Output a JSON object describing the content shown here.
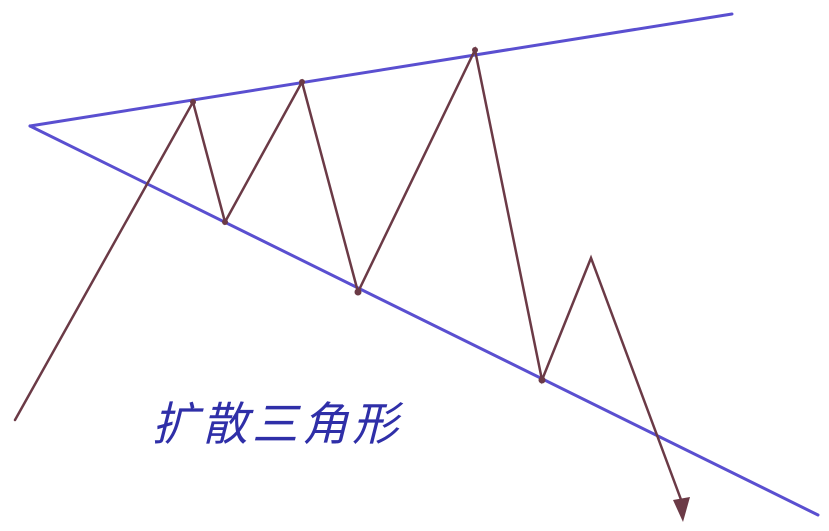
{
  "diagram": {
    "label": "扩散三角形",
    "colors": {
      "trendline": "#5a4fd0",
      "price_path": "#6b3a46",
      "label": "#2f2fa8",
      "background": "#ffffff"
    },
    "upper_trendline": {
      "name": "resistance-line"
    },
    "lower_trendline": {
      "name": "support-line"
    },
    "price_path": {
      "name": "zigzag-price-path",
      "ends_with_arrow": true
    }
  }
}
